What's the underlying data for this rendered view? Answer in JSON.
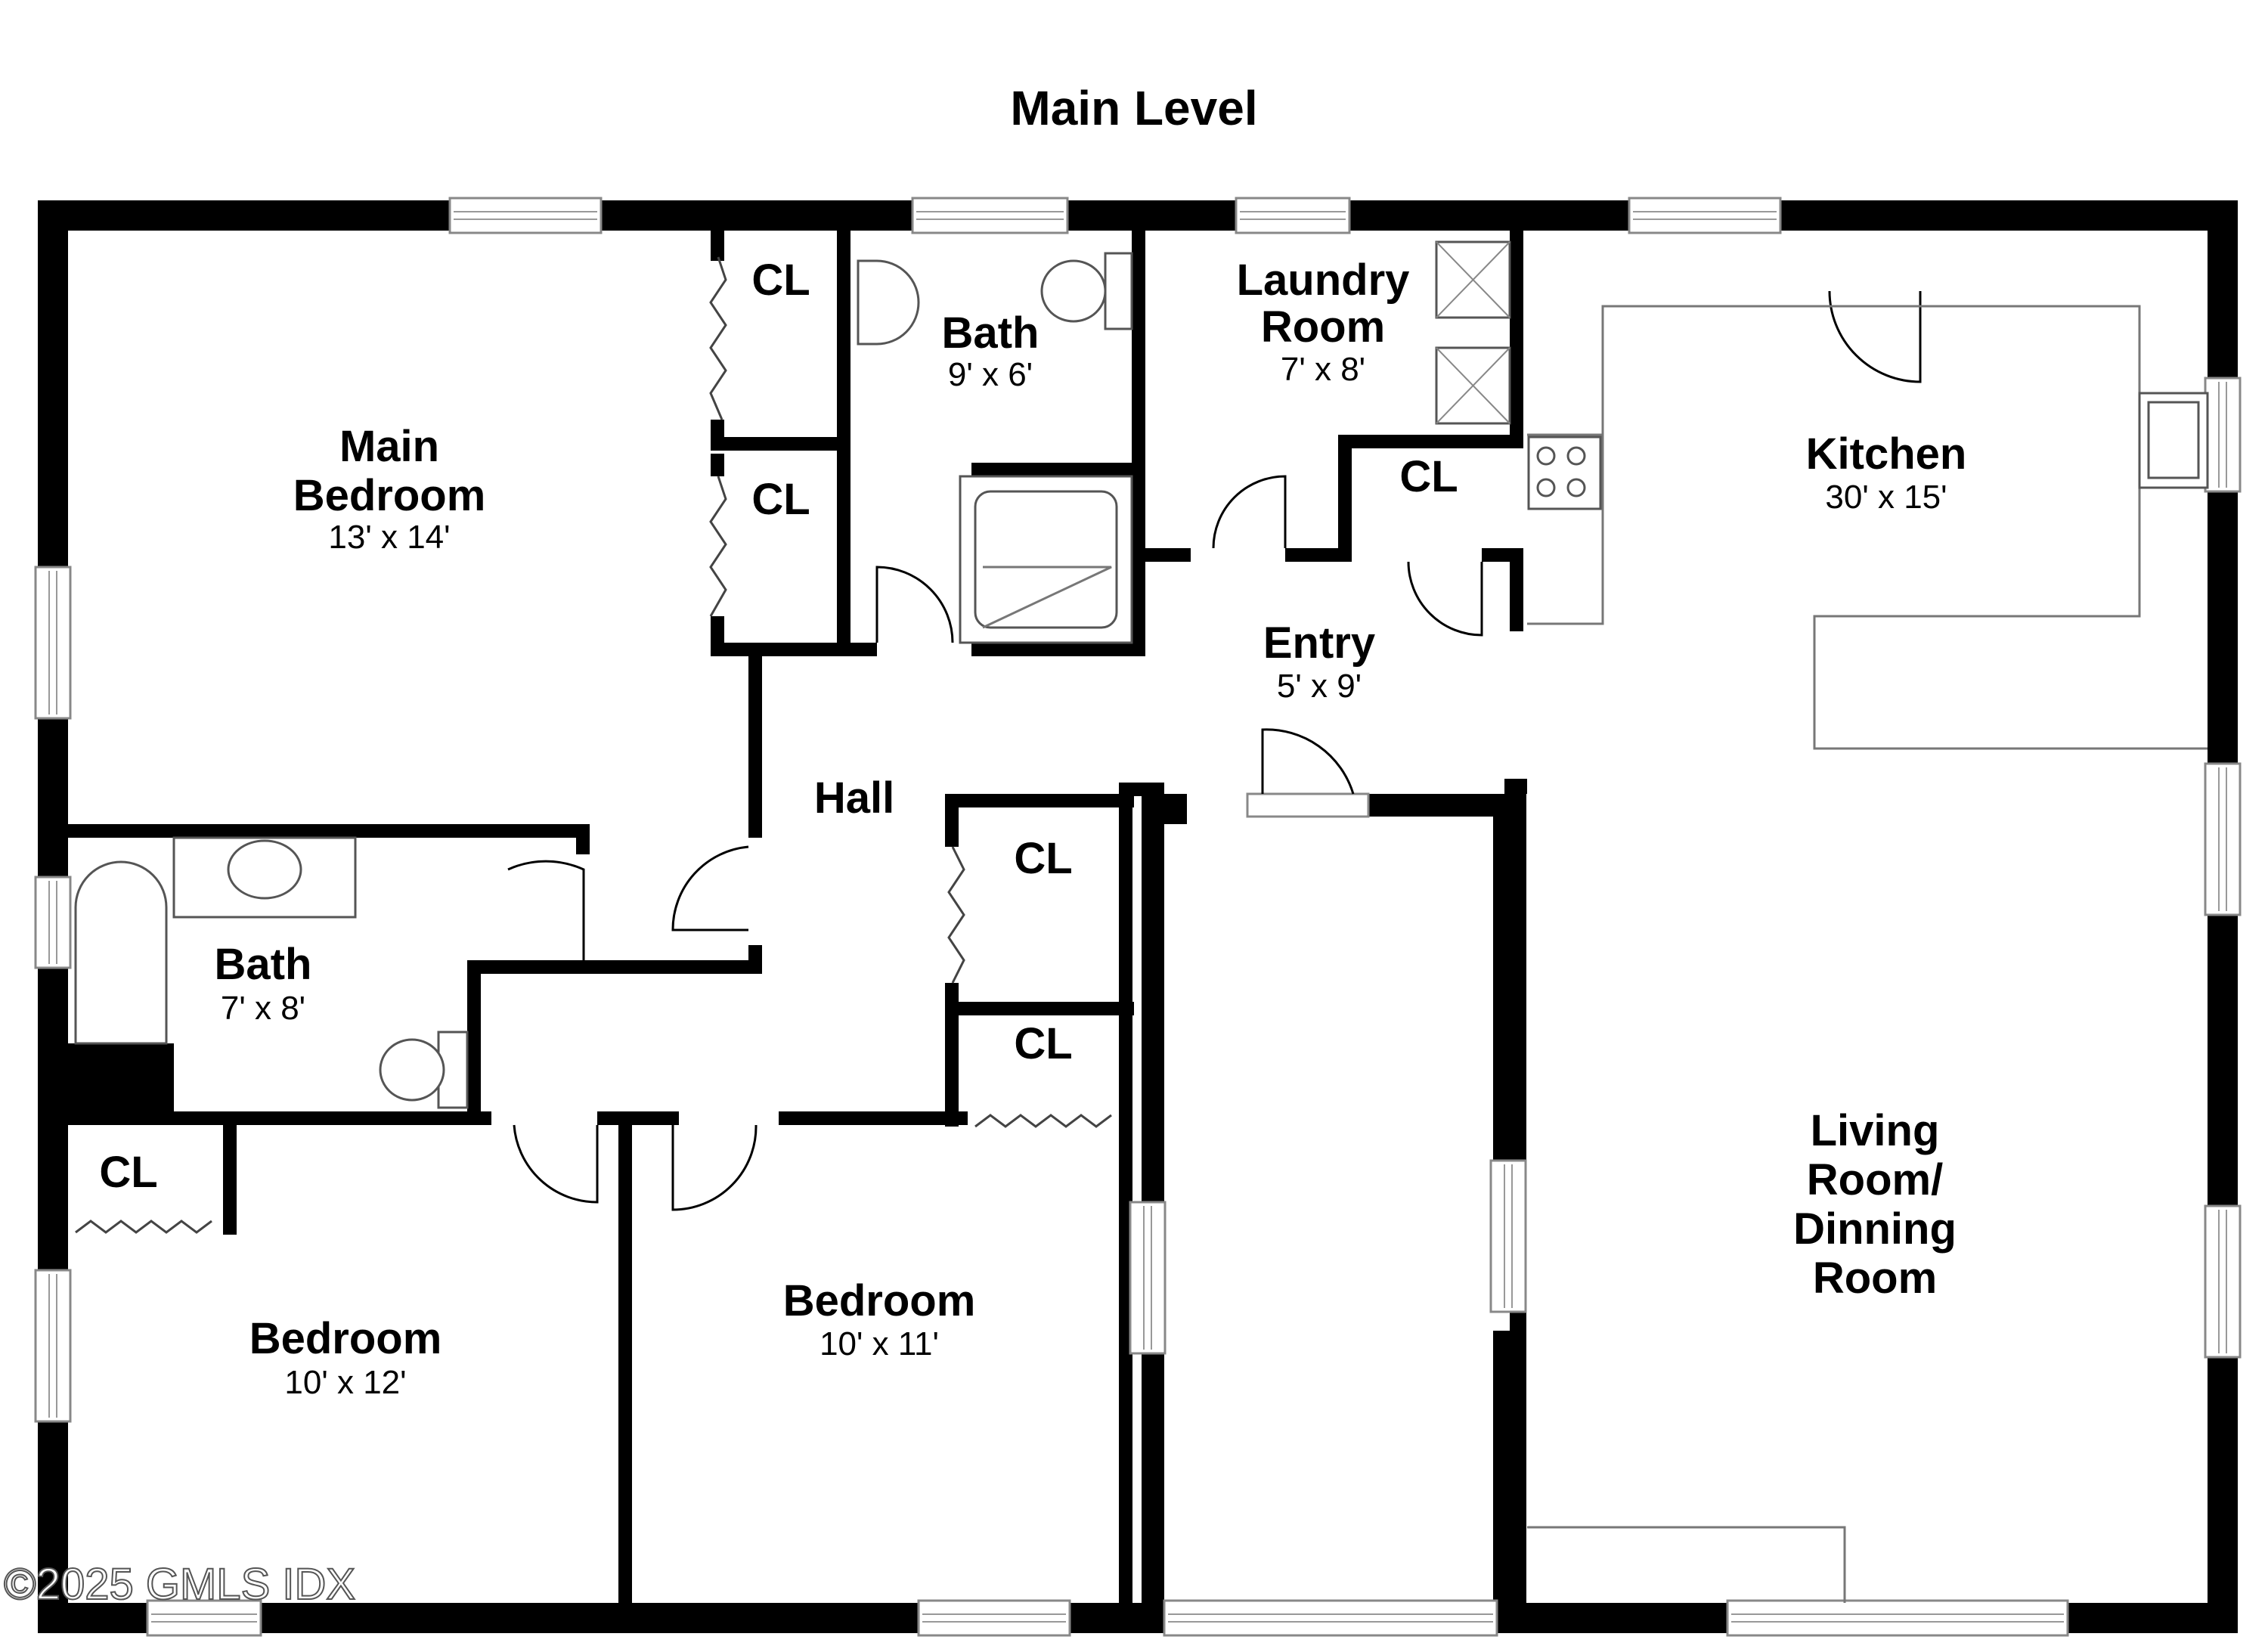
{
  "title": "Main Level",
  "rooms": {
    "main_bedroom": {
      "name_line1": "Main",
      "name_line2": "Bedroom",
      "dims": "13' x 14'"
    },
    "closet_1": {
      "name": "CL"
    },
    "closet_2": {
      "name": "CL"
    },
    "bath_top": {
      "name": "Bath",
      "dims": "9' x 6'"
    },
    "laundry": {
      "name_line1": "Laundry",
      "name_line2": "Room",
      "dims": "7' x 8'"
    },
    "closet_laundry": {
      "name": "CL"
    },
    "kitchen": {
      "name": "Kitchen",
      "dims": "30' x 15'"
    },
    "entry": {
      "name": "Entry",
      "dims": "5' x 9'"
    },
    "hall": {
      "name": "Hall"
    },
    "closet_hall_1": {
      "name": "CL"
    },
    "closet_hall_2": {
      "name": "CL"
    },
    "bath_left": {
      "name": "Bath",
      "dims": "7' x 8'"
    },
    "closet_left": {
      "name": "CL"
    },
    "bedroom_left": {
      "name": "Bedroom",
      "dims": "10' x 12'"
    },
    "bedroom_mid": {
      "name": "Bedroom",
      "dims": "10' x 11'"
    },
    "living": {
      "line1": "Living",
      "line2": "Room/",
      "line3": "Dinning",
      "line4": "Room"
    }
  },
  "watermark": "©2025 GMLS IDX"
}
